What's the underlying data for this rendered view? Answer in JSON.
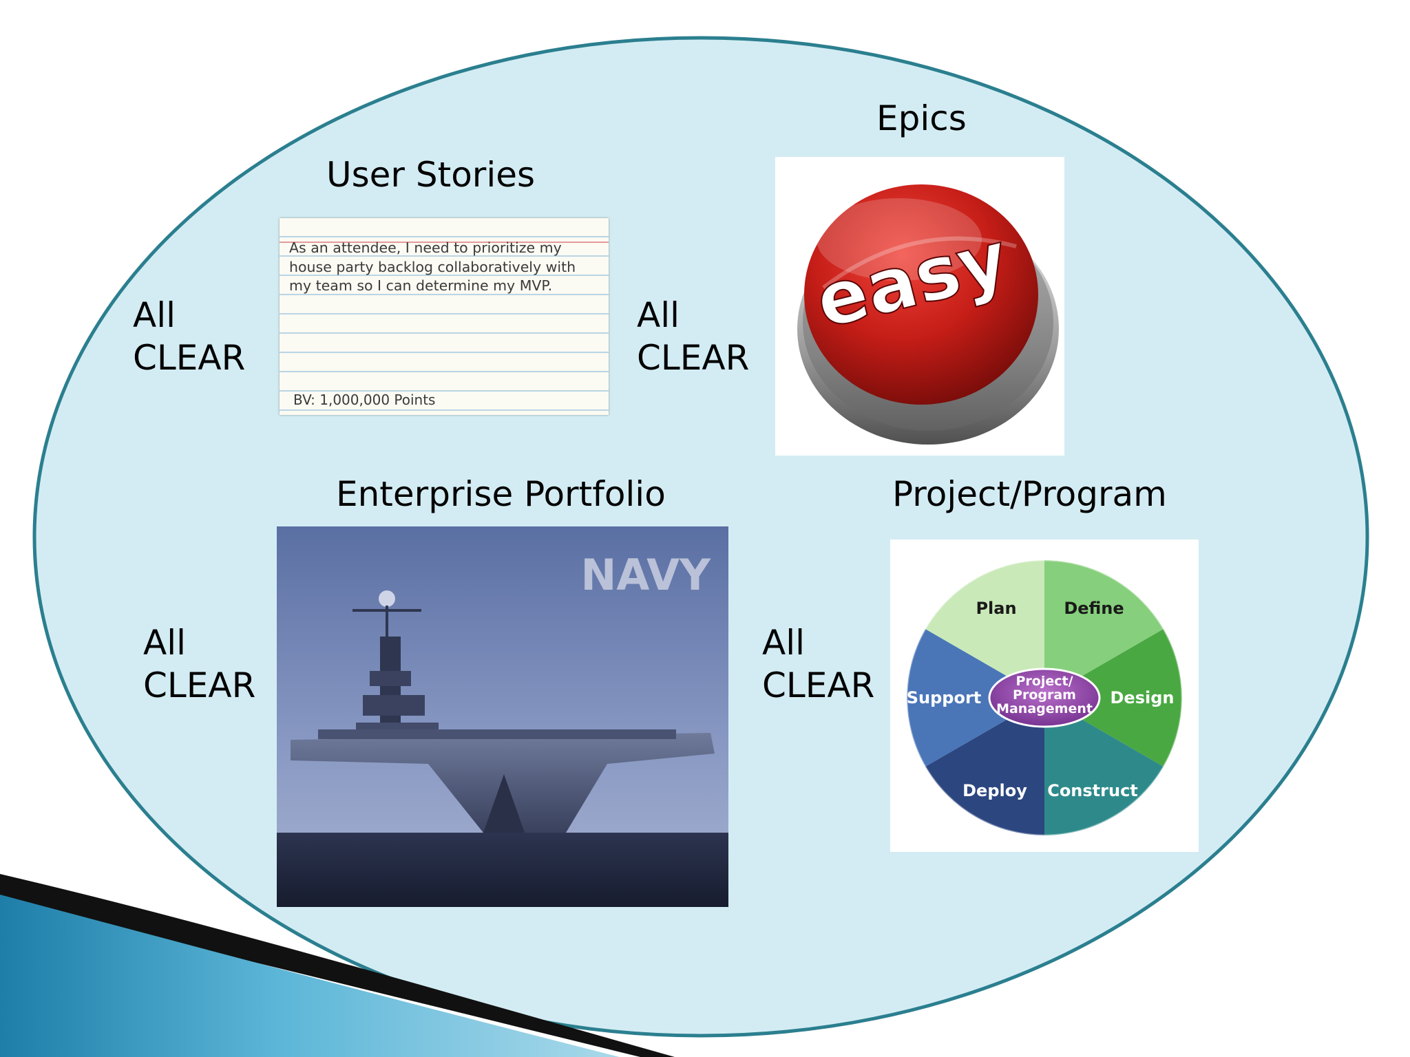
{
  "slide": {
    "accent_border": "#2b7f8f",
    "oval_fill": "#d3ecf3"
  },
  "sections": {
    "user_stories": {
      "title": "User Stories",
      "status_line1": "All",
      "status_line2": "CLEAR",
      "card": {
        "story": "As an attendee, I need to prioritize my house party backlog collaboratively with my team so I can determine my MVP.",
        "value": "BV: 1,000,000 Points"
      }
    },
    "epics": {
      "title": "Epics",
      "status_line1": "All",
      "status_line2": "CLEAR",
      "button_text": "easy"
    },
    "enterprise_portfolio": {
      "title": "Enterprise Portfolio",
      "status_line1": "All",
      "status_line2": "CLEAR",
      "image_text": "NAVY"
    },
    "project_program": {
      "title": "Project/Program",
      "status_line1": "All",
      "status_line2": "CLEAR",
      "cycle": {
        "center_line1": "Project/",
        "center_line2": "Program",
        "center_line3": "Management",
        "stages": [
          "Plan",
          "Define",
          "Design",
          "Construct",
          "Deploy",
          "Support"
        ]
      }
    }
  }
}
